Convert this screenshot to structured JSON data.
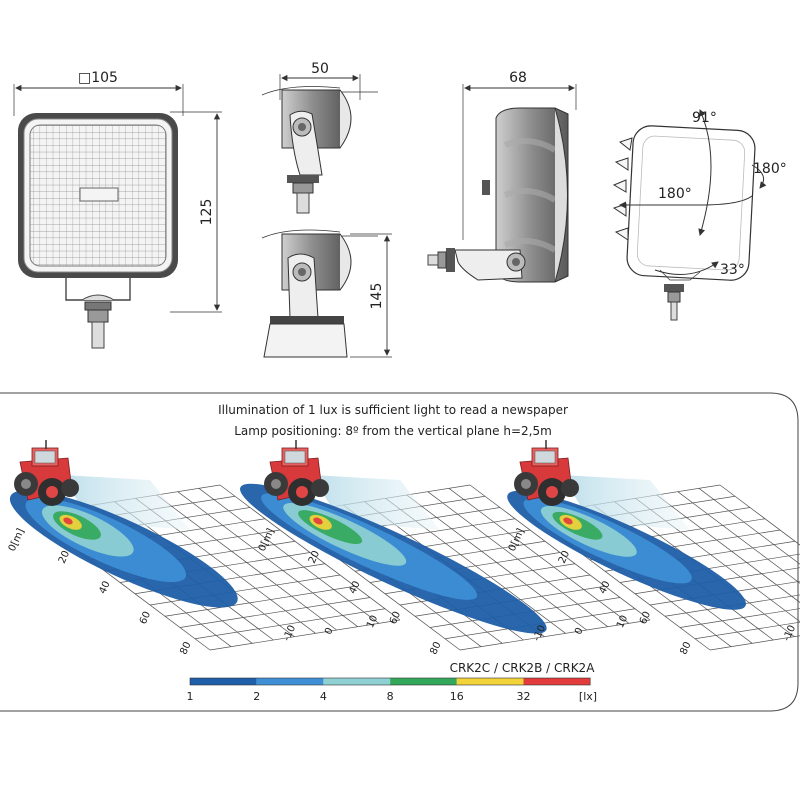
{
  "drawings": {
    "front": {
      "width_label": "□105",
      "height_label": "125"
    },
    "side": {
      "width_label": "50",
      "height_label": "145"
    },
    "profile": {
      "depth_label": "68"
    },
    "rotation": {
      "tilt_label": "91°",
      "turn_left_label": "180°",
      "turn_right_label": "180°",
      "bottom_label": "33°"
    }
  },
  "panel": {
    "line1": "Illumination of 1 lux is sufficient light to read a newspaper",
    "line2": "Lamp positioning: 8º from the vertical plane h=2,5m",
    "ground": {
      "axis_unit_label": "0[m]",
      "distance_ticks": [
        "20",
        "40",
        "60",
        "80"
      ],
      "lateral_ticks": [
        "10",
        "0",
        "-10"
      ]
    },
    "models_label": "CRK2C / CRK2B / CRK2A",
    "scale": {
      "unit": "[lx]",
      "ticks": [
        "1",
        "2",
        "4",
        "8",
        "16",
        "32"
      ],
      "colors": [
        "#1f5ea8",
        "#3e8fd6",
        "#8fd0d2",
        "#33a85a",
        "#f2d33a",
        "#e23b3b"
      ]
    }
  }
}
